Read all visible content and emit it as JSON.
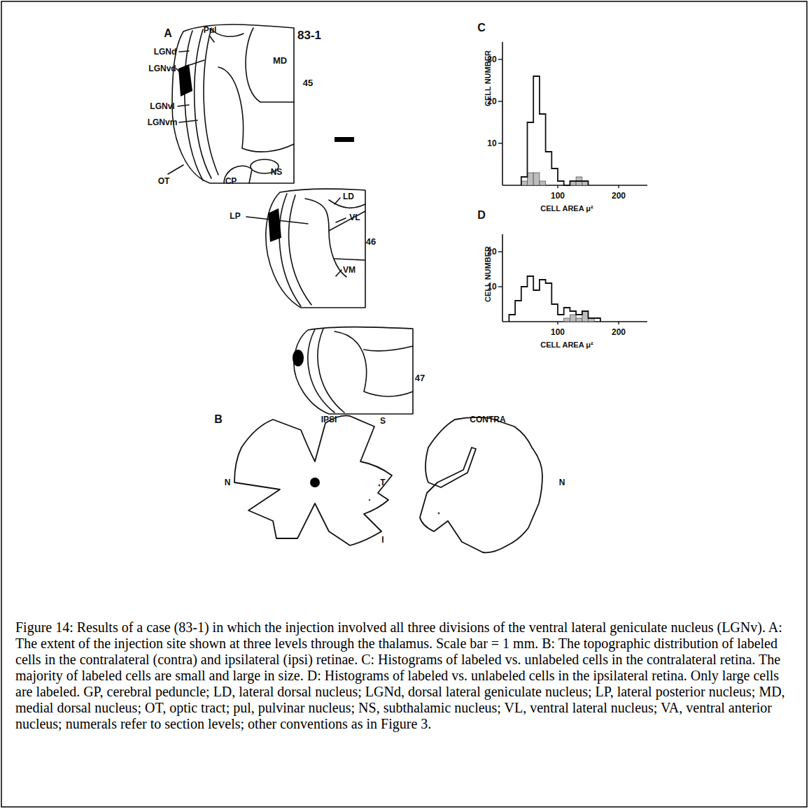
{
  "diagram": {
    "caption": "Figure 14: Results of a case (83-1) in which the injection involved all three divisions of the ventral lateral geniculate nucleus (LGNv). A: The extent of the injection site shown at three levels through the thalamus. Scale bar = 1 mm. B: The topographic distribution of labeled cells in the contralateral (contra) and ipsilateral (ipsi) retinae. C: Histograms of labeled vs. unlabeled cells in the contralateral retina. The majority of labeled cells are small and large in size. D: Histograms of labeled vs. unlabeled cells in the ipsilateral retina. Only large cells are labeled. GP, cerebral peduncle; LD, lateral dorsal nucleus; LGNd, dorsal lateral geniculate nucleus; LP, lateral posterior nucleus; MD, medial dorsal nucleus; OT, optic tract; pul, pulvinar nucleus; NS, subthalamic nucleus; VL, ventral lateral nucleus; VA, ventral anterior nucleus; numerals refer to section levels; other conventions as in Figure 3.",
    "labels": [
      "A",
      "83-1",
      "Pul",
      "LGNd",
      "MD",
      "LGNvd",
      "45",
      "LGNvl",
      "LGNvm",
      "NS",
      "OT",
      "CP",
      "LD",
      "LP",
      "VL",
      "46",
      "VM",
      "47",
      "C",
      "CELL NUMBER",
      "30",
      "20",
      "10",
      "100",
      "200",
      "CELL AREA μ²",
      "D",
      "CELL NUMBER",
      "20",
      "10",
      "100",
      "200",
      "CELL AREA μ²",
      "B",
      "IPSI",
      "S",
      "CONTRA",
      "N",
      "T",
      "N",
      "I"
    ]
  }
}
